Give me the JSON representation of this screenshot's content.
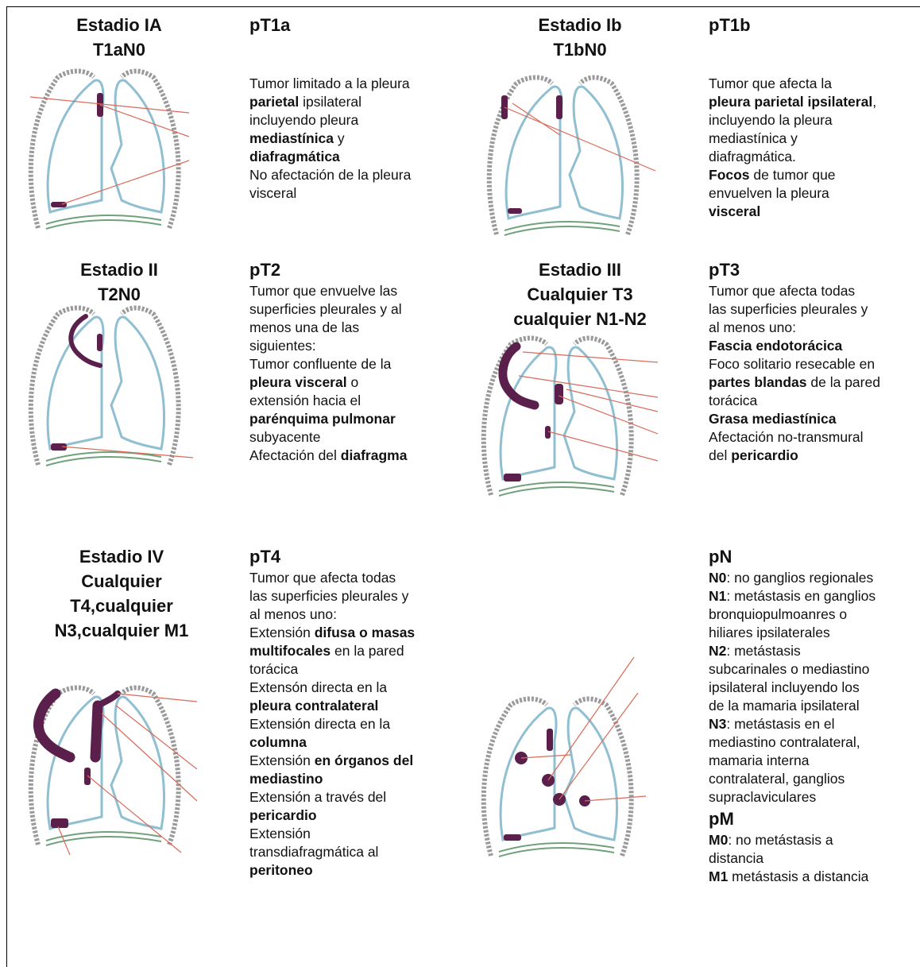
{
  "cells": [
    {
      "id": "ia",
      "stage_lines": [
        "Estadio IA",
        "T1aN0"
      ],
      "pt_title": "pT1a",
      "lines": [
        [
          {
            "t": ""
          }
        ],
        [
          {
            "t": "Tumor limitado a la pleura"
          }
        ],
        [
          {
            "t": "parietal",
            "b": true
          },
          {
            "t": " ipsilateral"
          }
        ],
        [
          {
            "t": "incluyendo pleura"
          }
        ],
        [
          {
            "t": "mediastínica",
            "b": true
          },
          {
            "t": " y"
          }
        ],
        [
          {
            "t": "diafragmática",
            "b": true
          }
        ],
        [
          {
            "t": "No afectación de la pleura"
          }
        ],
        [
          {
            "t": "visceral"
          }
        ]
      ]
    },
    {
      "id": "ib",
      "stage_lines": [
        "Estadio Ib",
        "T1bN0"
      ],
      "pt_title": "pT1b",
      "lines": [
        [
          {
            "t": ""
          }
        ],
        [
          {
            "t": "Tumor que afecta la"
          }
        ],
        [
          {
            "t": "pleura parietal ipsilateral",
            "b": true
          },
          {
            "t": ","
          }
        ],
        [
          {
            "t": "incluyendo la pleura"
          }
        ],
        [
          {
            "t": "mediastínica y"
          }
        ],
        [
          {
            "t": "diafragmática."
          }
        ],
        [
          {
            "t": "Focos",
            "b": true
          },
          {
            "t": " de tumor que"
          }
        ],
        [
          {
            "t": "envuelven la pleura"
          }
        ],
        [
          {
            "t": "visceral",
            "b": true
          }
        ]
      ]
    },
    {
      "id": "ii",
      "stage_lines": [
        "Estadio II",
        "T2N0"
      ],
      "pt_title": "pT2",
      "lines": [
        [
          {
            "t": "Tumor que envuelve las"
          }
        ],
        [
          {
            "t": "superficies pleurales y al"
          }
        ],
        [
          {
            "t": "menos una de las"
          }
        ],
        [
          {
            "t": "siguientes:"
          }
        ],
        [
          {
            "t": "Tumor confluente de la"
          }
        ],
        [
          {
            "t": "pleura visceral",
            "b": true
          },
          {
            "t": " o"
          }
        ],
        [
          {
            "t": "extensión hacia el"
          }
        ],
        [
          {
            "t": "parénquima pulmonar",
            "b": true
          }
        ],
        [
          {
            "t": "subyacente"
          }
        ],
        [
          {
            "t": "Afectación del "
          },
          {
            "t": "diafragma",
            "b": true
          }
        ]
      ]
    },
    {
      "id": "iii",
      "stage_lines": [
        "Estadio III",
        "Cualquier T3",
        "cualquier N1-N2"
      ],
      "pt_title": "pT3",
      "lines": [
        [
          {
            "t": "Tumor que afecta todas"
          }
        ],
        [
          {
            "t": "las superficies pleurales y"
          }
        ],
        [
          {
            "t": "al menos uno:"
          }
        ],
        [
          {
            "t": "Fascia endotorácica",
            "b": true
          }
        ],
        [
          {
            "t": "Foco solitario resecable en"
          }
        ],
        [
          {
            "t": "partes blandas",
            "b": true
          },
          {
            "t": " de la pared"
          }
        ],
        [
          {
            "t": "torácica"
          }
        ],
        [
          {
            "t": "Grasa mediastínica",
            "b": true
          }
        ],
        [
          {
            "t": "Afectación no-transmural"
          }
        ],
        [
          {
            "t": "del "
          },
          {
            "t": "pericardio",
            "b": true
          }
        ]
      ]
    },
    {
      "id": "iv",
      "stage_lines": [
        "Estadio IV",
        "Cualquier",
        "T4,cualquier",
        "N3,cualquier M1"
      ],
      "pt_title": "pT4",
      "lines": [
        [
          {
            "t": "Tumor que afecta todas"
          }
        ],
        [
          {
            "t": "las superficies pleurales y"
          }
        ],
        [
          {
            "t": "al menos uno:"
          }
        ],
        [
          {
            "t": "Extensión "
          },
          {
            "t": "difusa o masas",
            "b": true
          }
        ],
        [
          {
            "t": "multifocales",
            "b": true
          },
          {
            "t": " en la pared"
          }
        ],
        [
          {
            "t": "torácica"
          }
        ],
        [
          {
            "t": "Extensón directa en la"
          }
        ],
        [
          {
            "t": "pleura contralateral",
            "b": true
          }
        ],
        [
          {
            "t": "Extensión directa en la"
          }
        ],
        [
          {
            "t": "columna",
            "b": true
          }
        ],
        [
          {
            "t": "Extensión "
          },
          {
            "t": "en órganos del",
            "b": true
          }
        ],
        [
          {
            "t": "mediastino",
            "b": true
          }
        ],
        [
          {
            "t": "Extensión a través del"
          }
        ],
        [
          {
            "t": "pericardio",
            "b": true
          }
        ],
        [
          {
            "t": "Extensión"
          }
        ],
        [
          {
            "t": "transdiafragmática al"
          }
        ],
        [
          {
            "t": "peritoneo",
            "b": true
          }
        ]
      ]
    }
  ],
  "pn": {
    "title": "pN",
    "lines": [
      [
        {
          "t": "N0",
          "b": true
        },
        {
          "t": ": no ganglios regionales"
        }
      ],
      [
        {
          "t": "N1",
          "b": true
        },
        {
          "t": ": metástasis en ganglios"
        }
      ],
      [
        {
          "t": "bronquiopulmoanres o"
        }
      ],
      [
        {
          "t": "hiliares ipsilaterales"
        }
      ],
      [
        {
          "t": "N2",
          "b": true
        },
        {
          "t": ": metástasis"
        }
      ],
      [
        {
          "t": "subcarinales o mediastino"
        }
      ],
      [
        {
          "t": "ipsilateral incluyendo los"
        }
      ],
      [
        {
          "t": "de la mamaria ipsilateral"
        }
      ],
      [
        {
          "t": "N3",
          "b": true
        },
        {
          "t": ": metástasis en el"
        }
      ],
      [
        {
          "t": "mediastino contralateral,"
        }
      ],
      [
        {
          "t": "mamaria interna"
        }
      ],
      [
        {
          "t": "contralateral, ganglios"
        }
      ],
      [
        {
          "t": "supraclaviculares"
        }
      ]
    ]
  },
  "pm": {
    "title": "pM",
    "lines": [
      [
        {
          "t": "M0",
          "b": true
        },
        {
          "t": ": no metástasis a"
        }
      ],
      [
        {
          "t": "distancia"
        }
      ],
      [
        {
          "t": "M1",
          "b": true
        },
        {
          "t": " metástasis a distancia"
        }
      ]
    ]
  },
  "colors": {
    "lung_outline": "#8fbfd0",
    "tumor": "#5a1f4a",
    "pointer": "#d96a5a",
    "rib": "#9a9a9a",
    "diaphragm": "#6fa27a"
  },
  "icons": {
    "illustration": "lung-diagram-icon"
  }
}
